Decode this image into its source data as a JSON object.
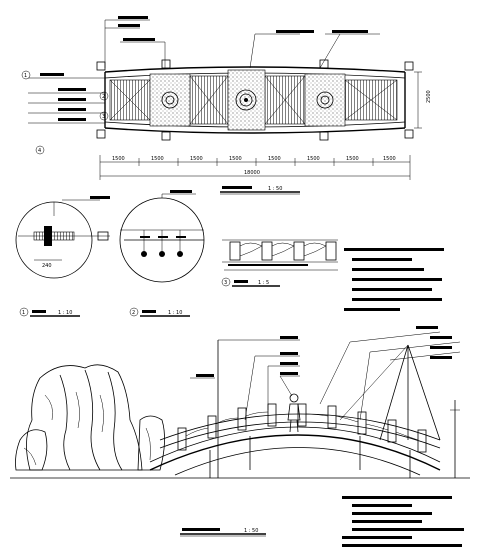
{
  "plan_view": {
    "scale": "1 : 50",
    "total_dim": "18000",
    "segment_dims": [
      "1500",
      "1500",
      "1500",
      "1500",
      "1500",
      "1500",
      "1500",
      "1500"
    ],
    "width_dim": "2500",
    "axis_numbers": [
      "1",
      "2",
      "3",
      "4"
    ]
  },
  "detail_a": {
    "scale": "1 : 10",
    "marker": "1",
    "dim": "240"
  },
  "detail_b": {
    "scale": "1 : 10",
    "marker": "2"
  },
  "detail_c": {
    "scale": "1 : 5",
    "marker": "3"
  },
  "elevation": {
    "scale": "1 : 50"
  }
}
